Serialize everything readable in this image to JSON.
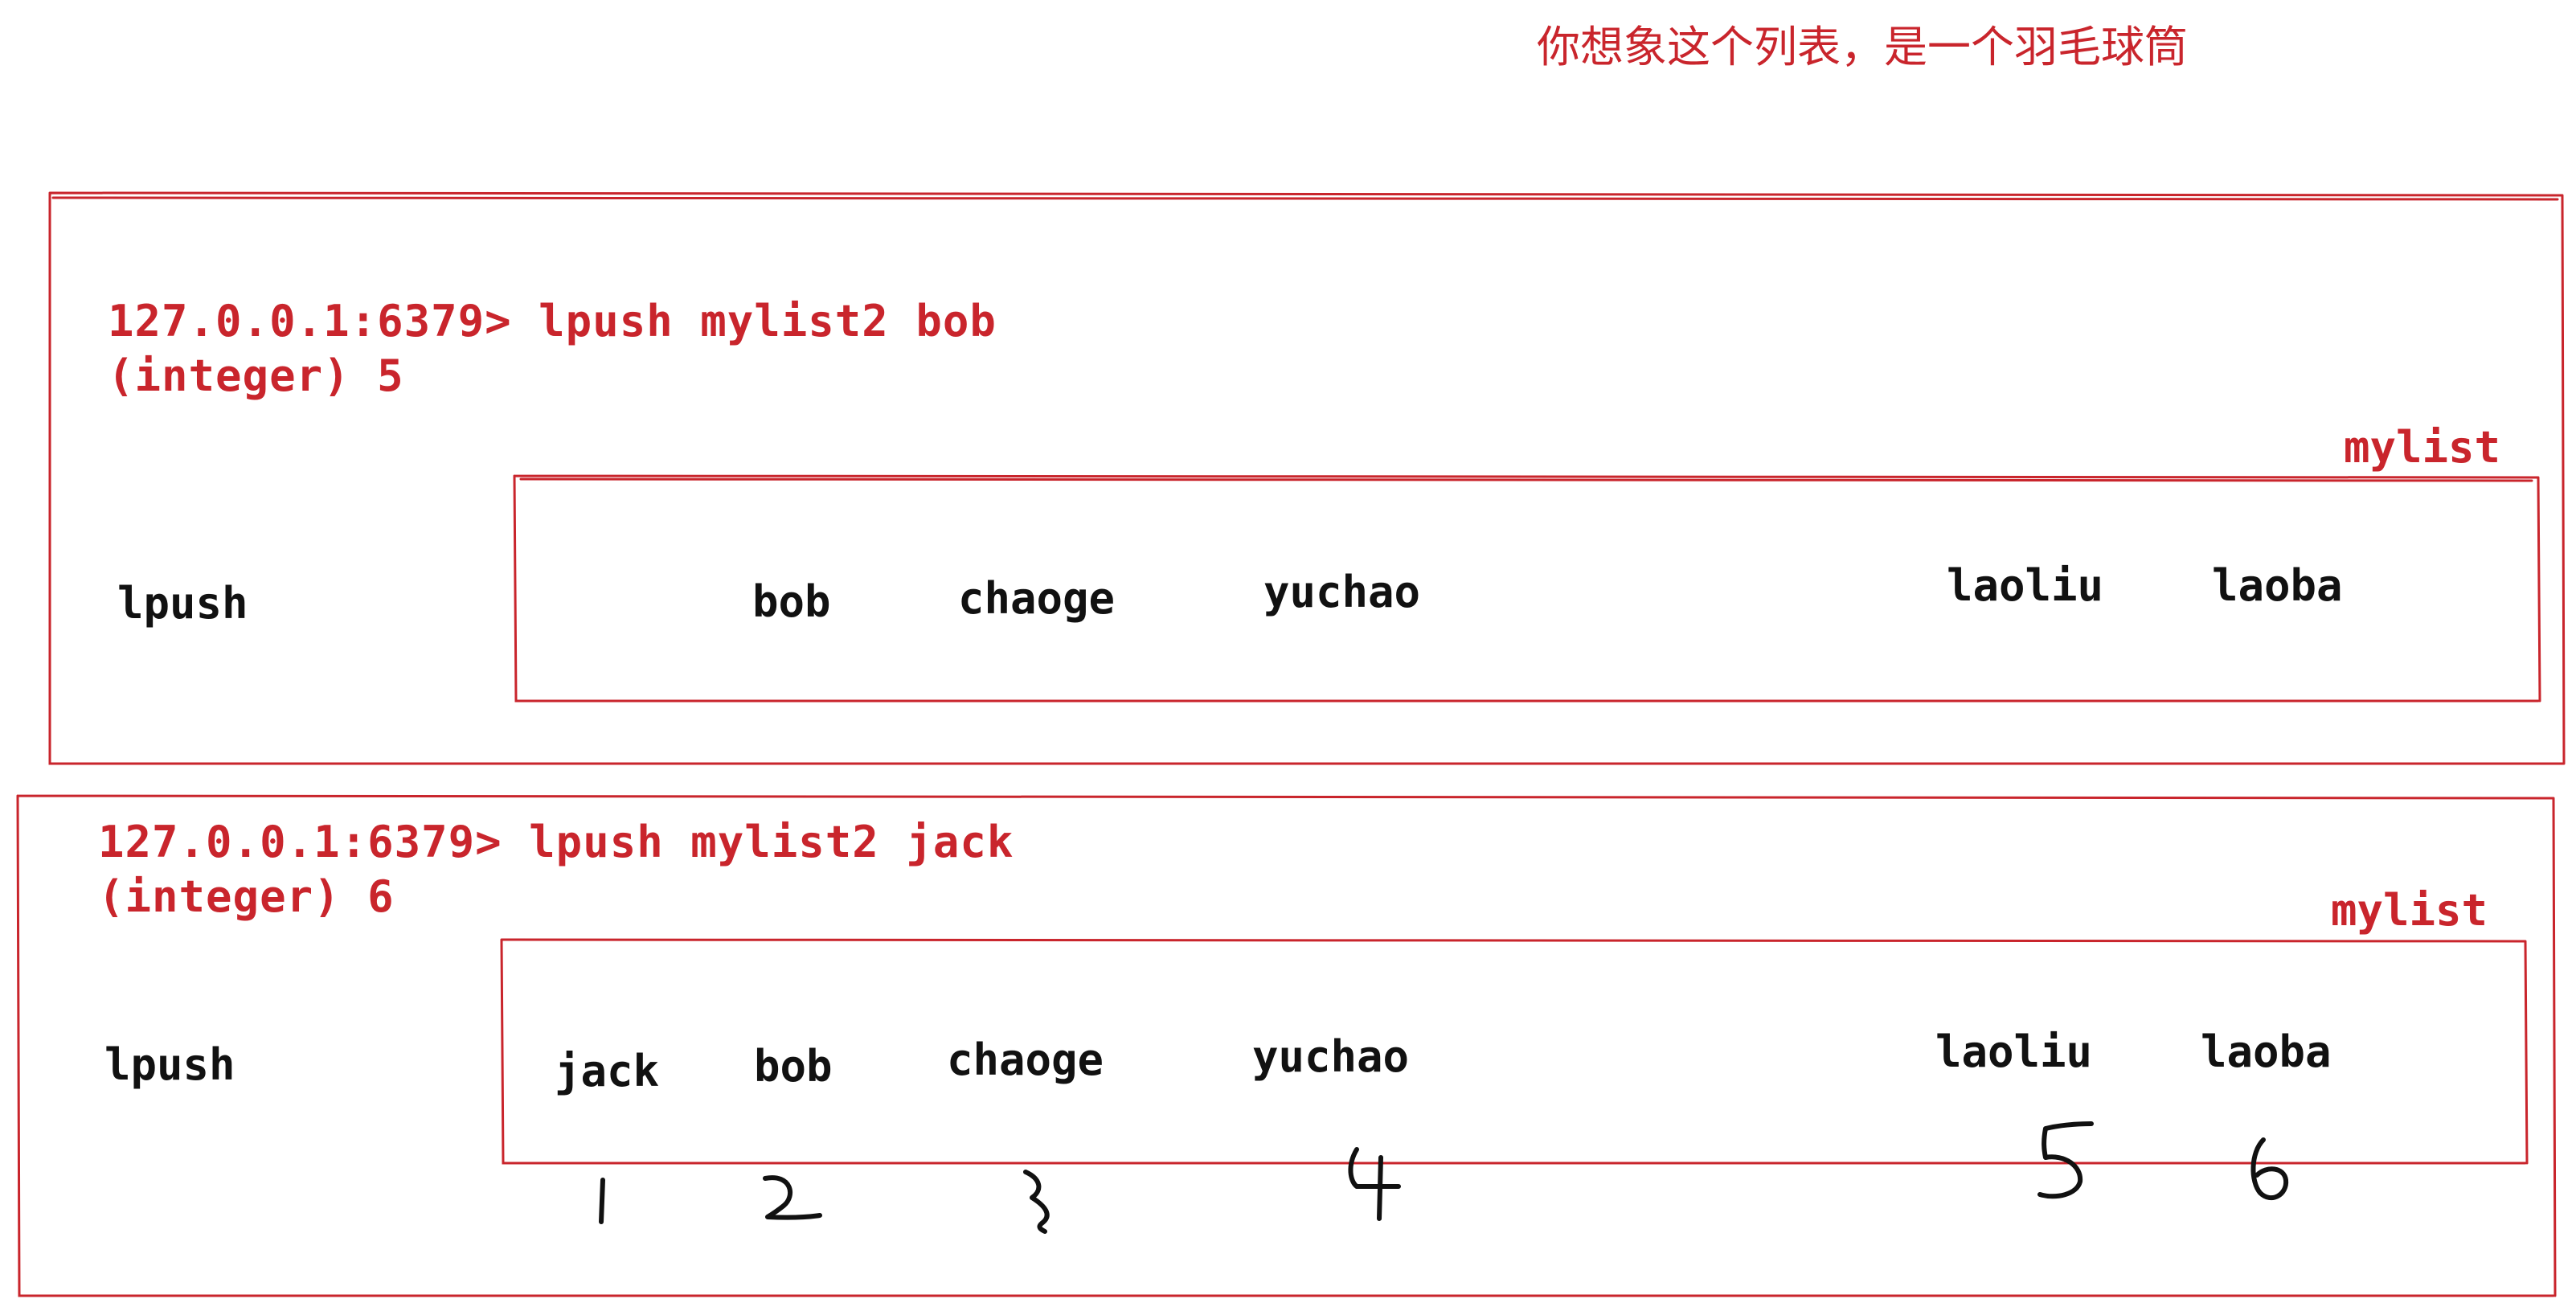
{
  "caption": "你想象这个列表，是一个羽毛球筒",
  "colors": {
    "accent": "#c9252c",
    "ink": "#111111"
  },
  "panels": [
    {
      "command_line": "127.0.0.1:6379> lpush mylist2 bob",
      "result_line": "(integer) 5",
      "list_name": "mylist",
      "operation": "lpush",
      "items": [
        "bob",
        "chaoge",
        "yuchao",
        "laoliu",
        "laoba"
      ]
    },
    {
      "command_line": "127.0.0.1:6379> lpush mylist2 jack",
      "result_line": "(integer) 6",
      "list_name": "mylist",
      "operation": "lpush",
      "items": [
        "jack",
        "bob",
        "chaoge",
        "yuchao",
        "laoliu",
        "laoba"
      ],
      "handwritten_indexes": [
        "1",
        "2",
        "3",
        "4",
        "5",
        "6"
      ]
    }
  ]
}
